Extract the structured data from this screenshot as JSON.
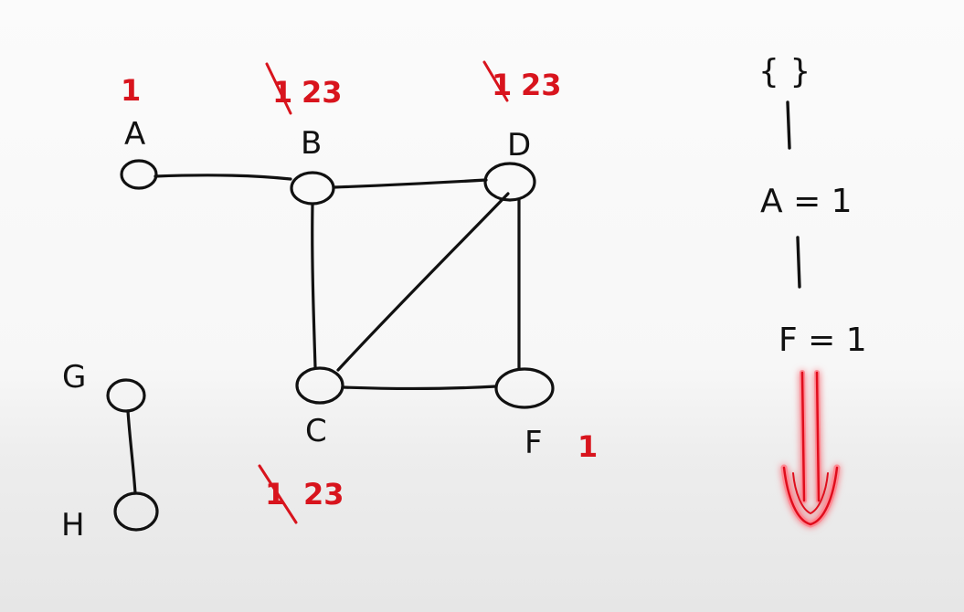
{
  "graph": {
    "nodes": [
      {
        "id": "A",
        "label": "A",
        "value": "1"
      },
      {
        "id": "B",
        "label": "B",
        "struck": "1",
        "value": "23"
      },
      {
        "id": "C",
        "label": "C",
        "struck": "1",
        "value": "23"
      },
      {
        "id": "D",
        "label": "D",
        "struck": "1",
        "value": "23"
      },
      {
        "id": "F",
        "label": "F",
        "value": "1"
      },
      {
        "id": "G",
        "label": "G"
      },
      {
        "id": "H",
        "label": "H"
      }
    ],
    "edges": [
      [
        "A",
        "B"
      ],
      [
        "B",
        "D"
      ],
      [
        "B",
        "C"
      ],
      [
        "C",
        "D"
      ],
      [
        "D",
        "F"
      ],
      [
        "C",
        "F"
      ],
      [
        "G",
        "H"
      ]
    ]
  },
  "stack": {
    "top": "{ }",
    "items": [
      "A = 1",
      "F = 1"
    ]
  },
  "colors": {
    "ink": "#111111",
    "annotation": "#d8141d",
    "arrow_glow": "#ff6b78"
  }
}
